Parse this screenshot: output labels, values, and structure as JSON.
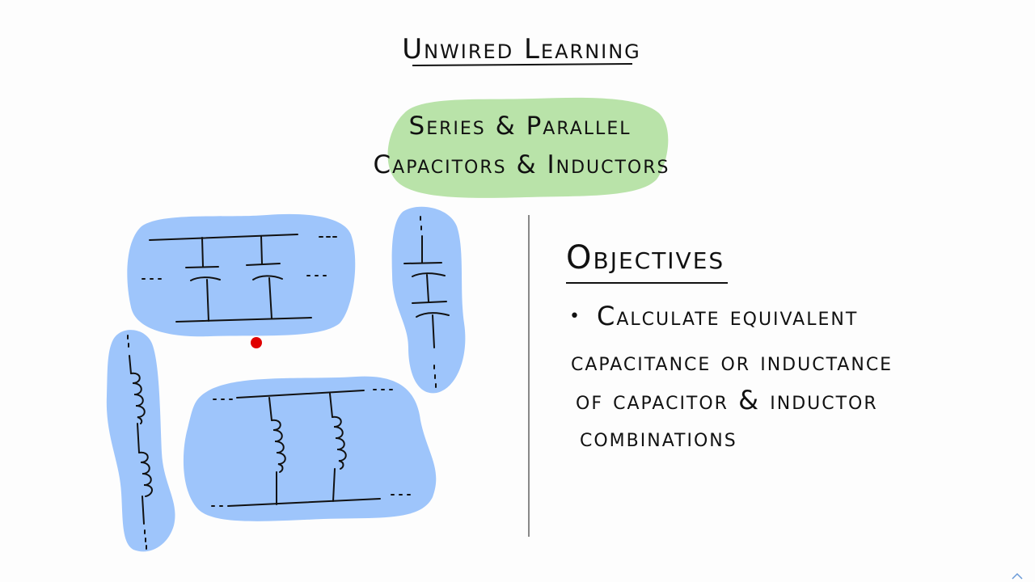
{
  "title": "Unwired Learning",
  "topic": {
    "line1": "Series & Parallel",
    "line2": "Capacitors & Inductors"
  },
  "objectives": {
    "heading": "Objectives",
    "bullet": "•",
    "lines": [
      "Calculate equivalent",
      "capacitance or inductance",
      "of capacitor & inductor",
      "combinations"
    ]
  },
  "colors": {
    "highlight_blue": "#9ec5fb",
    "highlight_green": "#b9e3a9",
    "pointer_red": "#e00000",
    "ink": "#111111",
    "divider": "#888888"
  }
}
